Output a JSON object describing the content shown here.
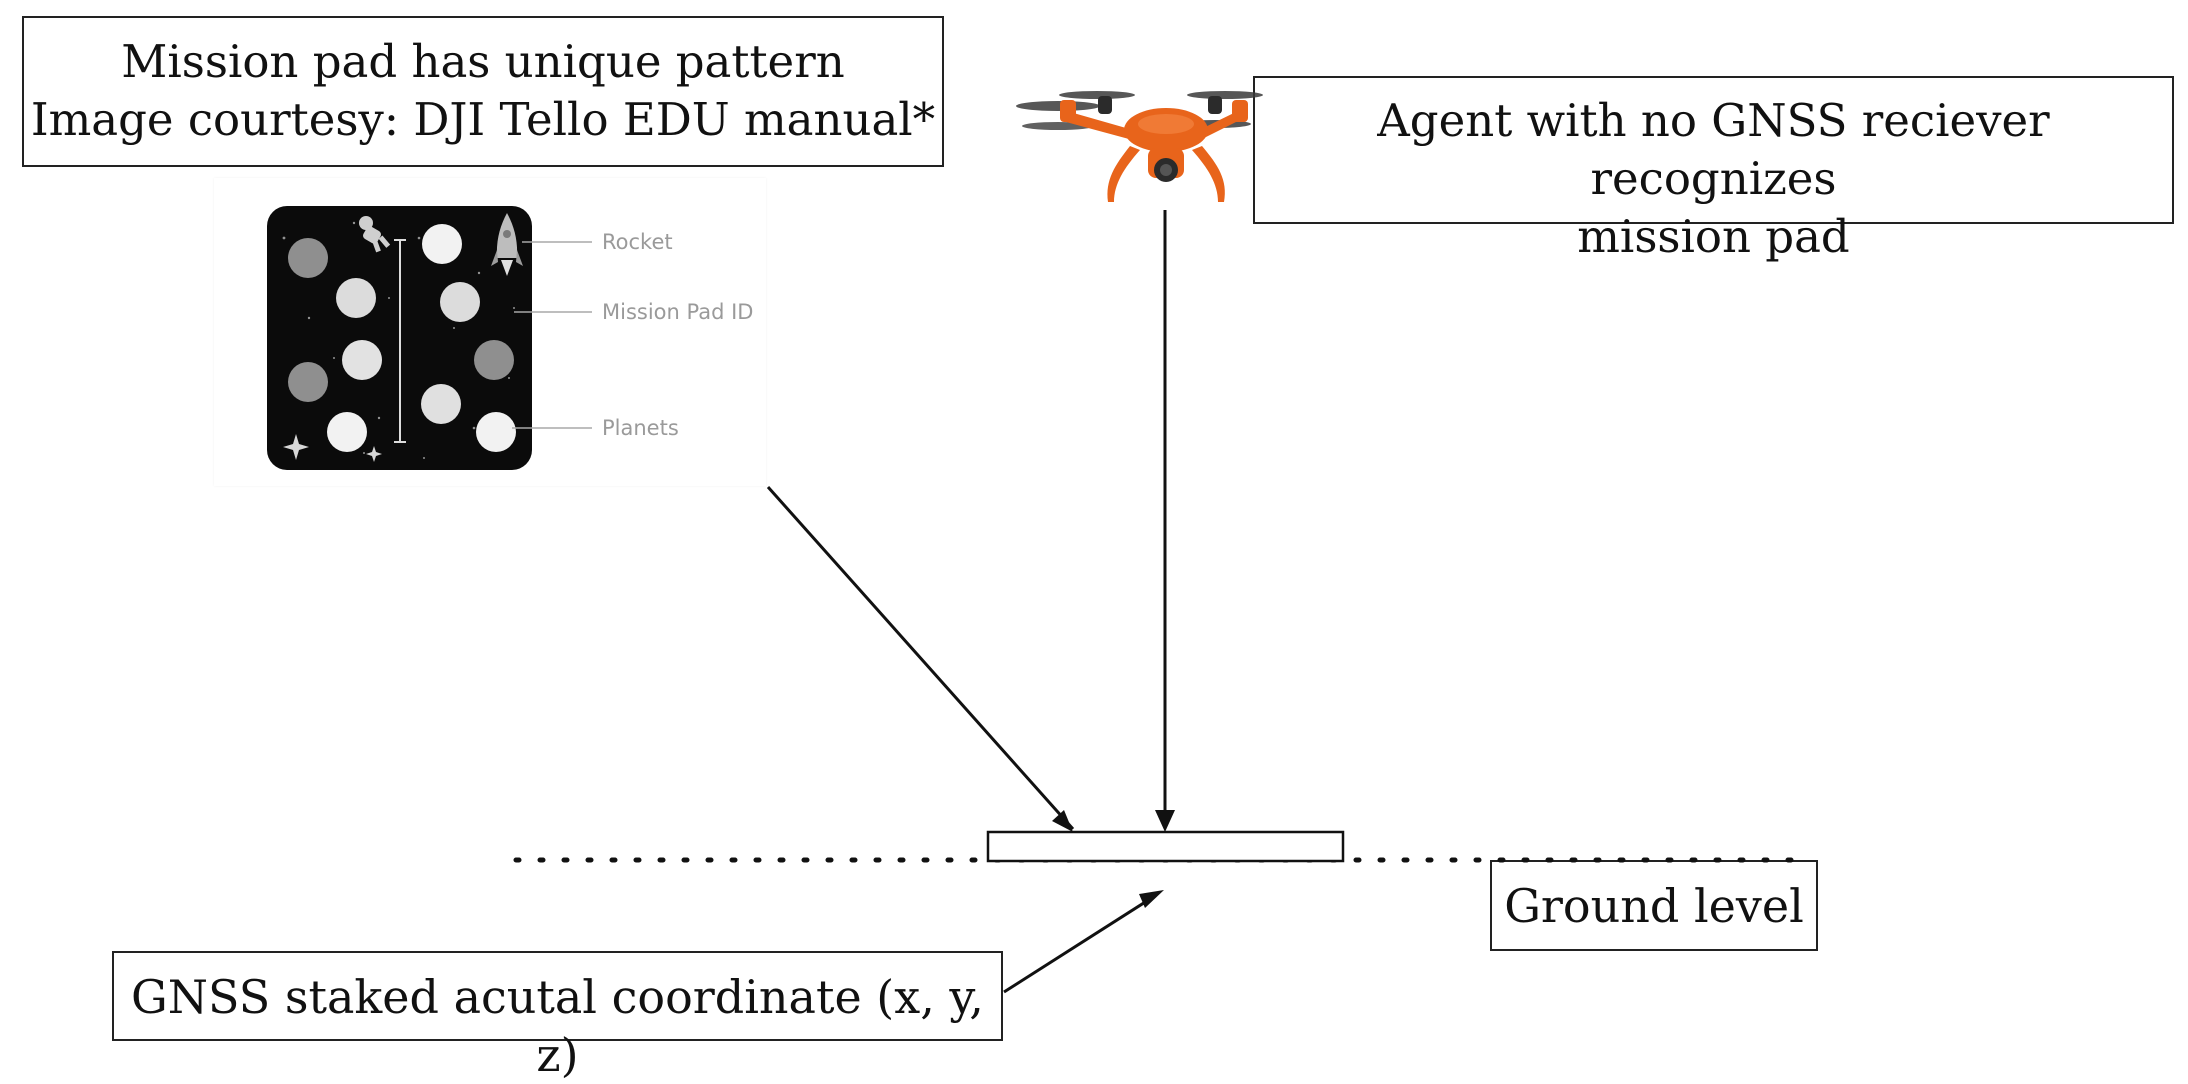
{
  "mission_pad_box": {
    "line1": "Mission pad has unique pattern",
    "line2": "Image courtesy: DJI Tello EDU manual*"
  },
  "agent_box": {
    "line1": "Agent with no GNSS reciever recognizes",
    "line2": "mission pad"
  },
  "ground_box": {
    "label": "Ground level"
  },
  "gnss_box": {
    "label": "GNSS staked acutal coordinate (x, y, z)"
  },
  "pad_image": {
    "callouts": {
      "rocket": "Rocket",
      "pad_id": "Mission Pad ID",
      "planets": "Planets"
    }
  },
  "colors": {
    "drone_orange": "#e8641b",
    "drone_dark": "#2b2b2b",
    "pad_background": "#0b0b0b",
    "planet_light": "#e6e6e6",
    "planet_dark": "#8f8f8f"
  }
}
